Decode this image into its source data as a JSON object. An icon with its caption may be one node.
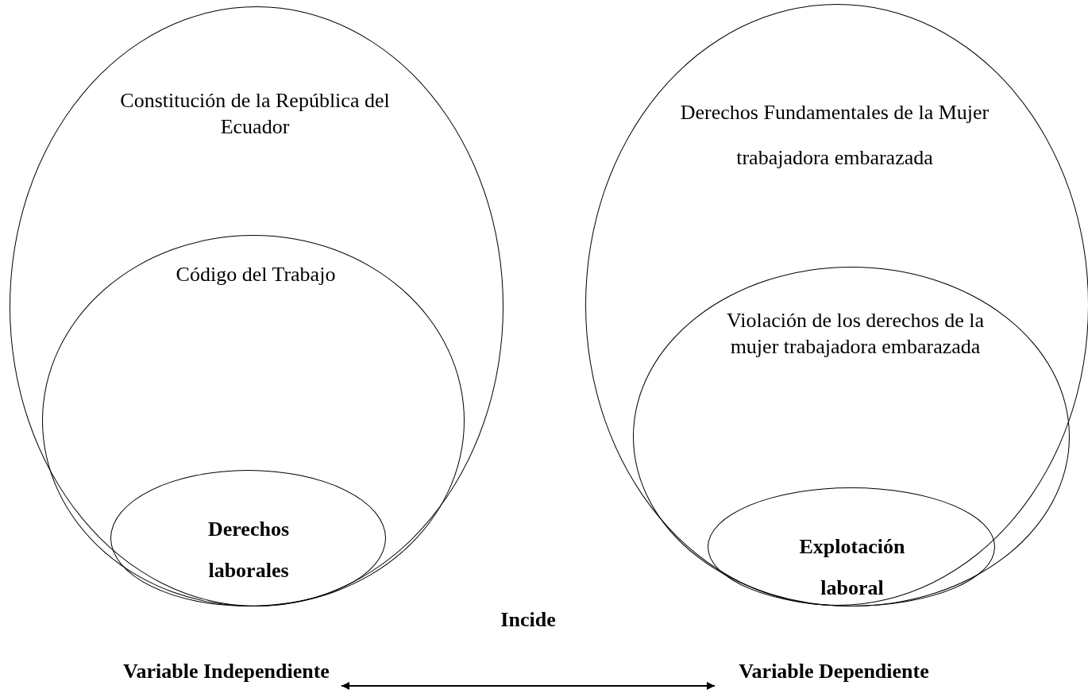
{
  "diagram": {
    "nodes": [
      {
        "text": [
          "Constitución de la República del Ecuador"
        ]
      },
      {
        "text": [
          "Código del Trabajo"
        ],
        "in": 0
      },
      {
        "text": [
          "Derechos laborales"
        ],
        "in": 1
      },
      {
        "text": [
          "Derechos Fundamentales de la Mujer trabajadora embarazada"
        ]
      },
      {
        "text": [
          "Violación de los derechos de la mujer trabajadora embarazada"
        ],
        "in": 3
      },
      {
        "text": [
          "Explotación laboral"
        ],
        "in": 4
      },
      {
        "text": [
          "Variable Independiente"
        ]
      },
      {
        "text": [
          "Variable Dependiente"
        ]
      }
    ],
    "edges": [
      {
        "from": 6,
        "to": 7,
        "arrow": "both",
        "label": "Incide"
      }
    ]
  }
}
